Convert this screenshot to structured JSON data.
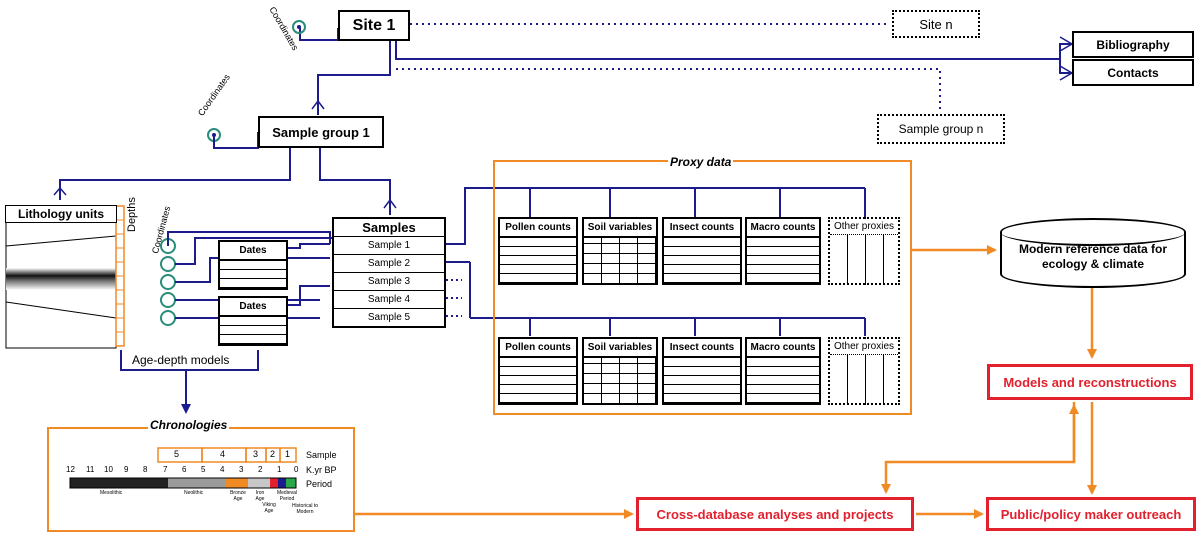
{
  "site": {
    "label": "Site 1",
    "other_label": "Site n",
    "coordinates_label": "Coordinates"
  },
  "sample_group": {
    "label": "Sample group 1",
    "other_label": "Sample group n",
    "coordinates_label": "Coordinates"
  },
  "references": {
    "bibliography": "Bibliography",
    "contacts": "Contacts"
  },
  "lithology": {
    "title": "Lithology units",
    "depths_label": "Depths",
    "age_depth_label": "Age-depth models"
  },
  "samples": {
    "title": "Samples",
    "coordinates_label": "Coordinates",
    "rows": [
      "Sample 1",
      "Sample 2",
      "Sample 3",
      "Sample 4",
      "Sample 5"
    ],
    "dates_label": "Dates"
  },
  "proxy": {
    "title": "Proxy data",
    "tables": [
      "Pollen counts",
      "Soil variables",
      "Insect counts",
      "Macro counts"
    ],
    "other": "Other proxies"
  },
  "chronologies": {
    "title": "Chronologies",
    "sample_axis_label": "Sample",
    "sample_numbers": [
      "5",
      "4",
      "3",
      "2",
      "1"
    ],
    "kyr_axis_label": "K.yr BP",
    "kyr_ticks": [
      "12",
      "11",
      "10",
      "9",
      "8",
      "7",
      "6",
      "5",
      "4",
      "3",
      "2",
      "1",
      "0"
    ],
    "period_axis_label": "Period",
    "periods": [
      "Mesolithic",
      "Neolithic",
      "Bronze Age",
      "Iron Age",
      "Viking Age",
      "Medieval Period",
      "Historical to Modern"
    ]
  },
  "outputs": {
    "modern_reference": "Modern reference data for ecology & climate",
    "models": "Models and reconstructions",
    "cross_database": "Cross-database analyses and projects",
    "outreach": "Public/policy maker outreach"
  },
  "colors": {
    "link": "#1c1c8c",
    "flow": "#f08a24",
    "highlight": "#e3202d",
    "coordinate_icon": "#2a8c7a"
  }
}
